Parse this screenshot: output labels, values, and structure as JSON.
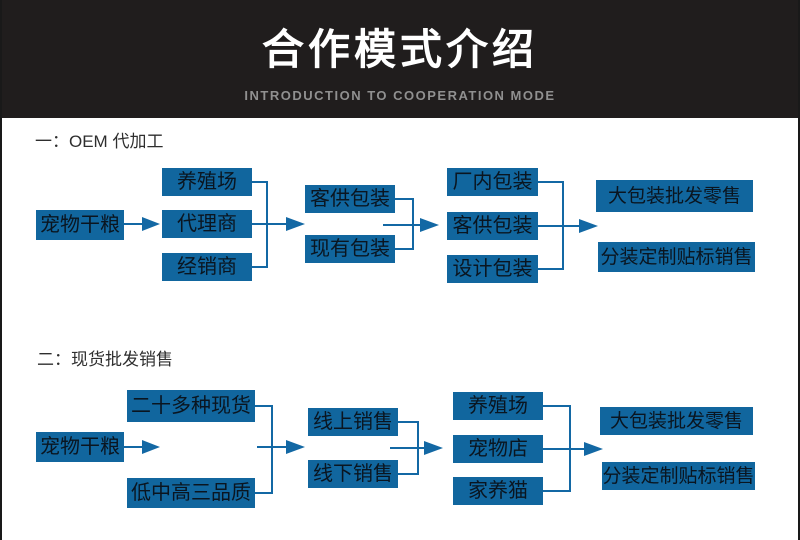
{
  "header": {
    "title": "合作模式介绍",
    "subtitle": "INTRODUCTION TO COOPERATION MODE"
  },
  "sections": [
    {
      "title": "一：OEM 代加工",
      "columns": [
        [
          "宠物干粮"
        ],
        [
          "养殖场",
          "代理商",
          "经销商"
        ],
        [
          "客供包装",
          "现有包装"
        ],
        [
          "厂内包装",
          "客供包装",
          "设计包装"
        ],
        [
          "大包装批发零售",
          "分装定制贴标销售"
        ]
      ]
    },
    {
      "title": "二：现货批发销售",
      "columns": [
        [
          "宠物干粮"
        ],
        [
          "二十多种现货",
          "低中高三品质"
        ],
        [
          "线上销售",
          "线下销售"
        ],
        [
          "养殖场",
          "宠物店",
          "家养猫"
        ],
        [
          "大包装批发零售",
          "分装定制贴标销售"
        ]
      ]
    }
  ],
  "colors": {
    "header_bg": "#201d1d",
    "subtitle_gray": "#909090",
    "box_blue": "#11669e",
    "line_blue": "#1368a4",
    "box_text": "#0a1520"
  }
}
